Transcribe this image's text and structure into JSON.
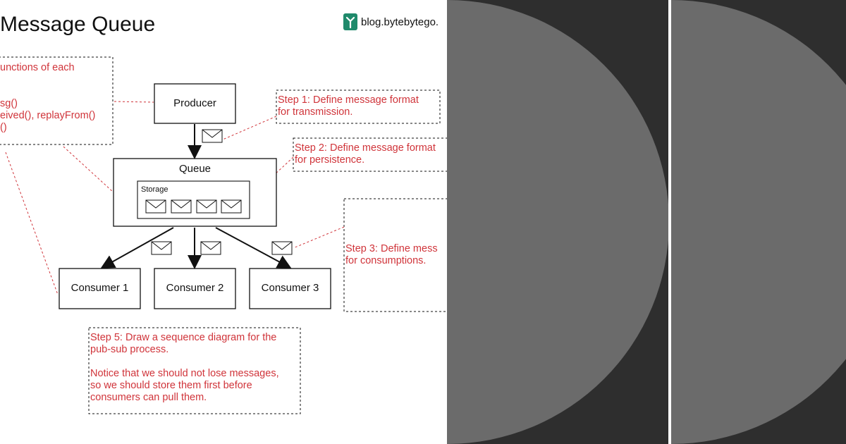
{
  "title": "Message Queue",
  "brand": "blog.bytebytego.",
  "colors": {
    "note_red": "#d0343a",
    "box_stroke": "#111111",
    "panel_dark": "#2e2e2e",
    "panel_circle": "#6b6b6b",
    "divider": "#ffffff"
  },
  "nodes": {
    "producer": "Producer",
    "queue": "Queue",
    "storage": "Storage",
    "consumer1": "Consumer 1",
    "consumer2": "Consumer 2",
    "consumer3": "Consumer 3"
  },
  "notes": {
    "left_lines": [
      "unctions of each",
      "",
      "sg()",
      "eived(), replayFrom()",
      "()"
    ],
    "step1": [
      "Step 1: Define message format",
      "for transmission."
    ],
    "step2": [
      "Step 2: Define message format",
      "for persistence."
    ],
    "step3": [
      "Step 3: Define mess",
      "for consumptions."
    ],
    "step5": [
      "Step 5: Draw a sequence diagram for the",
      "pub-sub process.",
      "",
      "Notice that we should not lose messages,",
      "so we should store them first before",
      "consumers can pull them."
    ]
  },
  "icons": {
    "brand_logo": "bytebytego-logo-icon",
    "envelope": "envelope-icon"
  }
}
